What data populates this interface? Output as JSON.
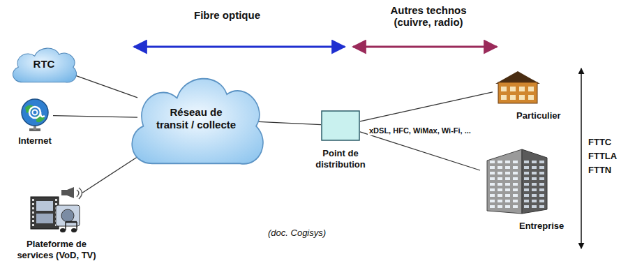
{
  "diagram": {
    "nodes": [
      {
        "text": [
          "RTC"
        ]
      },
      {
        "text": [
          "Internet"
        ]
      },
      {
        "text": [
          "Réseau de transit / collecte"
        ]
      },
      {
        "text": [
          "Plateforme de services (VoD, TV)"
        ]
      },
      {
        "text": [
          "Point de distribution"
        ]
      },
      {
        "text": [
          "Particulier"
        ]
      },
      {
        "text": [
          "Entreprise"
        ]
      }
    ],
    "edges": [
      {
        "from": 0,
        "to": 2,
        "arrow": "none"
      },
      {
        "from": 1,
        "to": 2,
        "arrow": "none"
      },
      {
        "from": 3,
        "to": 2,
        "arrow": "none"
      },
      {
        "from": 2,
        "to": 4,
        "arrow": "none"
      },
      {
        "from": 4,
        "to": 5,
        "arrow": "none"
      },
      {
        "from": 4,
        "to": 6,
        "arrow": "none"
      }
    ],
    "labels": [
      "Fibre optique",
      "Autres technos (cuivre, radio)",
      "xDSL, HFC, WiMax, Wi-Fi, ...",
      "(doc. Cogisys)",
      "FTTC",
      "FTTLA",
      "FTTN"
    ]
  }
}
